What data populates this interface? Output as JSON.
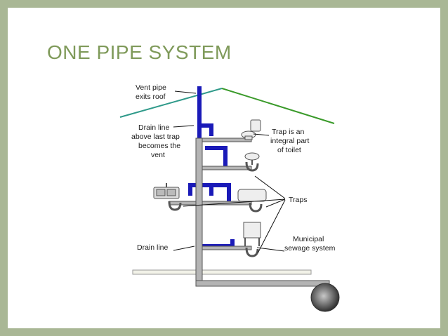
{
  "slide": {
    "title": "ONE PIPE SYSTEM"
  },
  "diagram": {
    "labels": {
      "vent_line1": "Vent pipe",
      "vent_line2": "exits roof",
      "drain_vent_line1": "Drain line",
      "drain_vent_line2": "above last trap",
      "drain_vent_line3": "becomes the",
      "drain_vent_line4": "vent",
      "trap_toilet_line1": "Trap is an",
      "trap_toilet_line2": "integral part",
      "trap_toilet_line3": "of toilet",
      "traps": "Traps",
      "drain_line": "Drain line",
      "municipal_line1": "Municipal",
      "municipal_line2": "sewage system"
    },
    "colors": {
      "vent_pipe": "#1a1ab8",
      "drain_pipe": "#9a9a9a",
      "roof_left": "#2f9a8a",
      "roof_right": "#3a9a2a",
      "title": "#7f9a5a",
      "border": "#a9b795"
    }
  }
}
